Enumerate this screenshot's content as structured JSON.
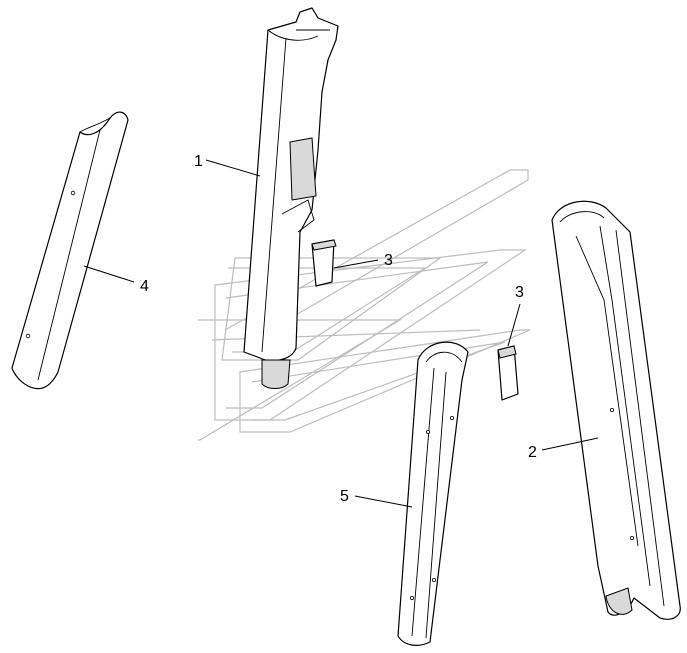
{
  "diagram": {
    "type": "exploded-parts-view",
    "colors": {
      "line": "#000000",
      "background": "#ffffff",
      "watermark": "#bdbdbd",
      "shading": "#d9d9d9"
    },
    "callouts": [
      {
        "id": "1",
        "label": "1"
      },
      {
        "id": "2",
        "label": "2"
      },
      {
        "id": "3a",
        "label": "3"
      },
      {
        "id": "3b",
        "label": "3"
      },
      {
        "id": "4",
        "label": "4"
      },
      {
        "id": "5",
        "label": "5"
      }
    ]
  }
}
